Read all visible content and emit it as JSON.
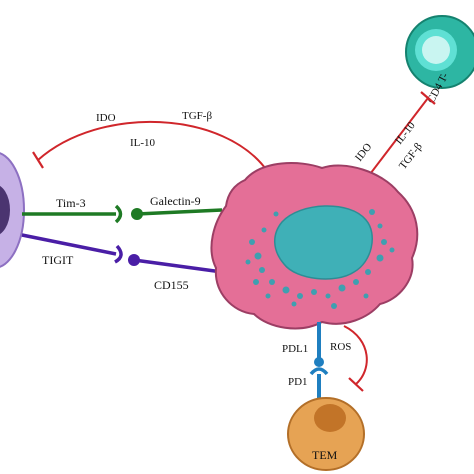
{
  "diagram": {
    "cells": {
      "cd4_label": "CD4 T-",
      "tem_label": "TEM"
    },
    "signals": {
      "ido_left": "IDO",
      "tgfb_left": "TGF-β",
      "il10_left": "IL-10",
      "ido_right": "IDO",
      "il10_right": "IL-10",
      "tgfb_right": "TGF-β",
      "tim3": "Tim-3",
      "galectin9": "Galectin-9",
      "tigit": "TIGIT",
      "cd155": "CD155",
      "pdl1": "PDL1",
      "ros": "ROS",
      "pd1": "PD1"
    },
    "colors": {
      "inhibition_line": "#d0262b",
      "tim3_axis": "#1e7a24",
      "tigit_axis": "#4a1ea6",
      "pd1_axis": "#1f7fc0",
      "tumor_fill": "#e46f97",
      "tumor_nucleus": "#3fb0b7",
      "cd4_cell": "#1fa99a",
      "tem_cell": "#e6a354",
      "left_cell": "#b59ad8"
    }
  }
}
